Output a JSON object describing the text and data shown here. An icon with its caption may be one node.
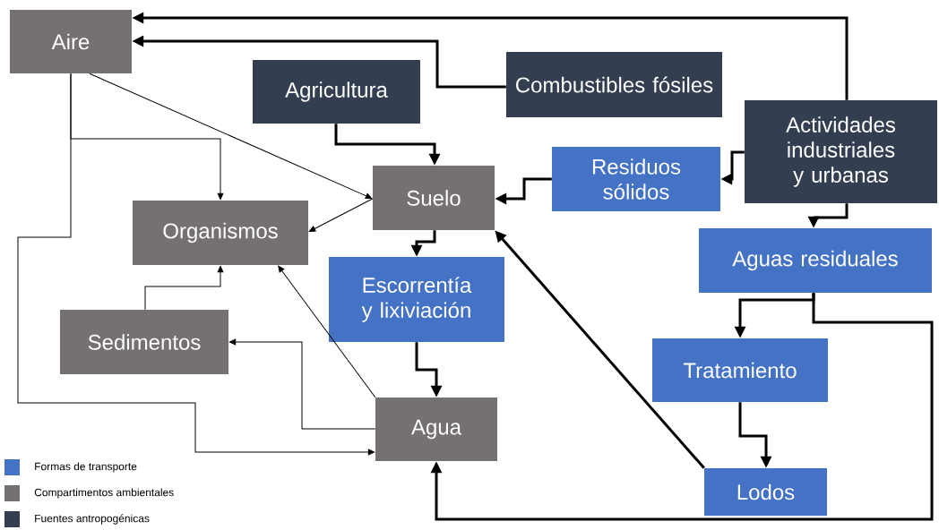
{
  "diagram": {
    "nodes": [
      {
        "text": [
          "Aire"
        ]
      },
      {
        "text": [
          "Agricultura"
        ]
      },
      {
        "text": [
          "Combustibles fósiles"
        ]
      },
      {
        "text": [
          "Actividades industriales y urbanas"
        ]
      },
      {
        "text": [
          "Suelo"
        ]
      },
      {
        "text": [
          "Residuos sólidos"
        ]
      },
      {
        "text": [
          "Organismos"
        ]
      },
      {
        "text": [
          "Escorrentía y lixiviación"
        ]
      },
      {
        "text": [
          "Aguas residuales"
        ]
      },
      {
        "text": [
          "Sedimentos"
        ]
      },
      {
        "text": [
          "Tratamiento"
        ]
      },
      {
        "text": [
          "Agua"
        ]
      },
      {
        "text": [
          "Lodos"
        ]
      }
    ],
    "edges": [
      {
        "from": 3,
        "to": 0,
        "arrow": "to"
      },
      {
        "from": 2,
        "to": 0,
        "arrow": "to"
      },
      {
        "from": 1,
        "to": 4,
        "arrow": "to"
      },
      {
        "from": 3,
        "to": 5,
        "arrow": "to"
      },
      {
        "from": 5,
        "to": 4,
        "arrow": "to"
      },
      {
        "from": 3,
        "to": 8,
        "arrow": "to"
      },
      {
        "from": 4,
        "to": 7,
        "arrow": "to"
      },
      {
        "from": 7,
        "to": 11,
        "arrow": "to"
      },
      {
        "from": 8,
        "to": 10,
        "arrow": "to"
      },
      {
        "from": 8,
        "to": 11,
        "arrow": "to"
      },
      {
        "from": 10,
        "to": 12,
        "arrow": "to"
      },
      {
        "from": 12,
        "to": 4,
        "arrow": "to"
      },
      {
        "from": 0,
        "to": 4,
        "arrow": "to"
      },
      {
        "from": 0,
        "to": 6,
        "arrow": "to"
      },
      {
        "from": 0,
        "to": 11,
        "arrow": "to"
      },
      {
        "from": 4,
        "to": 6,
        "arrow": "to"
      },
      {
        "from": 9,
        "to": 6,
        "arrow": "to"
      },
      {
        "from": 11,
        "to": 9,
        "arrow": "to"
      },
      {
        "from": 11,
        "to": 6,
        "arrow": "to"
      }
    ],
    "legend": [
      {
        "text": "Formas de transporte",
        "color": "#4472c4"
      },
      {
        "text": "Compartimentos ambientales",
        "color": "#767171"
      },
      {
        "text": "Fuentes antropogénicas",
        "color": "#333f50"
      }
    ]
  }
}
